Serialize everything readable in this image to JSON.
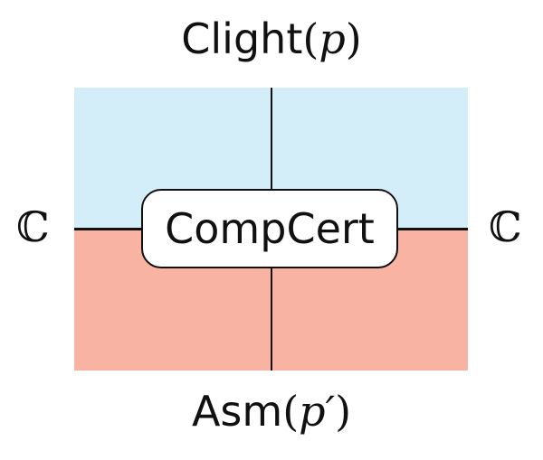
{
  "diagram": {
    "top_label": {
      "text": "Clight",
      "arg": "p"
    },
    "bottom_label": {
      "text": "Asm",
      "arg": "p′"
    },
    "left_label": "ℂ",
    "right_label": "ℂ",
    "center_label": "CompCert",
    "colors": {
      "top_region": "#d4eef9",
      "bottom_region": "#f8b3a2",
      "lines": "#111111",
      "box_fill": "#ffffff"
    }
  }
}
